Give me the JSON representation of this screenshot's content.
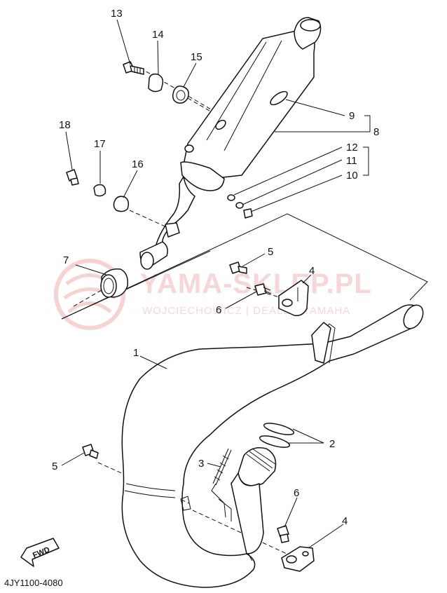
{
  "watermark": {
    "brand": "YAMA-SKLEP.PL",
    "subtitle": "WOJCIECHOWICZ | DEALER YAMAHA",
    "color": "#e06a6a"
  },
  "diagram_code": "4JY1100-4080",
  "fwd_label": "FWD",
  "callouts": {
    "c13": "13",
    "c14": "14",
    "c15": "15",
    "c18": "18",
    "c17": "17",
    "c16": "16",
    "c9": "9",
    "c8": "8",
    "c12": "12",
    "c11": "11",
    "c10": "10",
    "c7": "7",
    "c5a": "5",
    "c4a": "4",
    "c6a": "6",
    "c1": "1",
    "c2": "2",
    "c3": "3",
    "c5b": "5",
    "c6b": "6",
    "c4b": "4"
  }
}
